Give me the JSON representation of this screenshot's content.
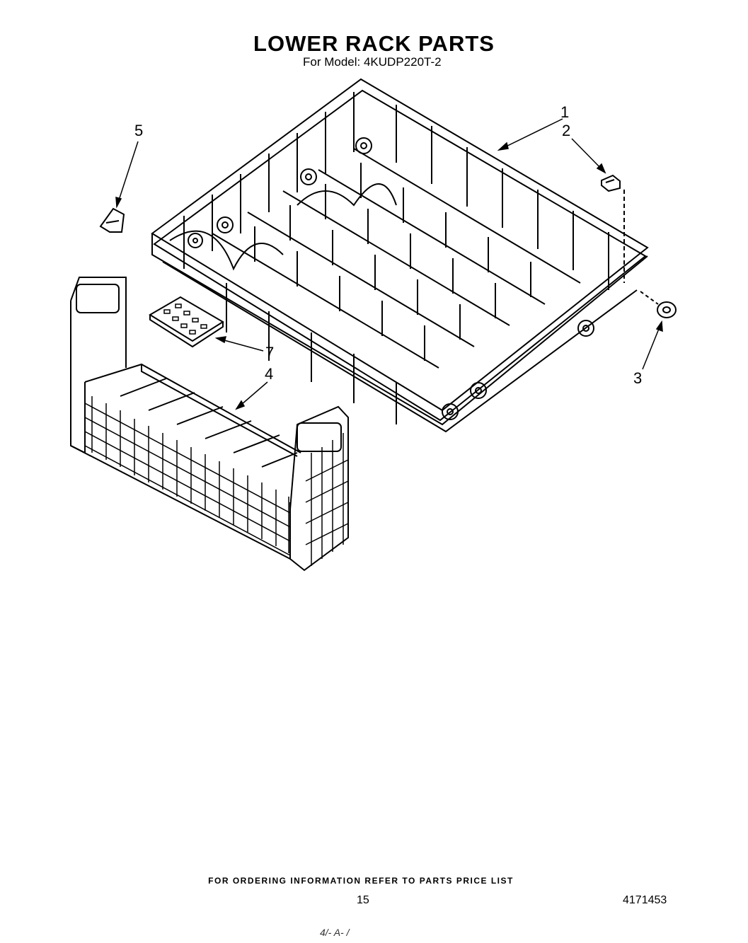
{
  "header": {
    "title": "LOWER RACK PARTS",
    "subtitle": "For Model: 4KUDP220T-2"
  },
  "callouts": [
    {
      "id": "1",
      "label": "1"
    },
    {
      "id": "2",
      "label": "2"
    },
    {
      "id": "3",
      "label": "3"
    },
    {
      "id": "4",
      "label": "4"
    },
    {
      "id": "5",
      "label": "5"
    },
    {
      "id": "7",
      "label": "7"
    }
  ],
  "footer": {
    "note": "FOR ORDERING INFORMATION REFER TO PARTS PRICE LIST",
    "page_number": "15",
    "document_number": "4171453",
    "handwritten": "4/- A- /"
  }
}
